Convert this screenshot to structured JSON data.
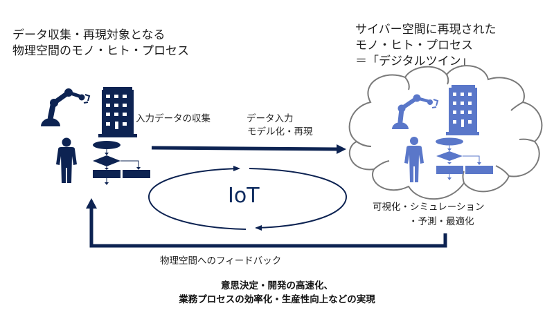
{
  "colors": {
    "physical_icon": "#0d2352",
    "cyber_icon": "#5a77c9",
    "arrow": "#0d2352",
    "cloud_outline": "#7a7a7a"
  },
  "physical_space": {
    "title_line1": "データ収集・再現対象となる",
    "title_line2": "物理空間のモノ・ヒト・プロセス",
    "icons": [
      "robot-arm-icon",
      "building-icon",
      "person-icon",
      "flowchart-icon"
    ]
  },
  "cyber_space": {
    "title_line1": "サイバー空間に再現された",
    "title_line2": "モノ・ヒト・プロセス",
    "title_line3": "＝「デジタルツイン」",
    "icons": [
      "robot-arm-icon",
      "building-icon",
      "person-icon",
      "flowchart-icon"
    ],
    "caption_line1": "可視化・シミュレーション",
    "caption_line2": "・予測・最適化"
  },
  "flow": {
    "collect_label": "入力データの収集",
    "input_label_line1": "データ入力",
    "input_label_line2": "モデル化・再現",
    "iot_label": "IoT",
    "feedback_label": "物理空間へのフィードバック"
  },
  "outcome": {
    "line1": "意思決定・開発の高速化、",
    "line2": "業務プロセスの効率化・生産性向上などの実現"
  }
}
